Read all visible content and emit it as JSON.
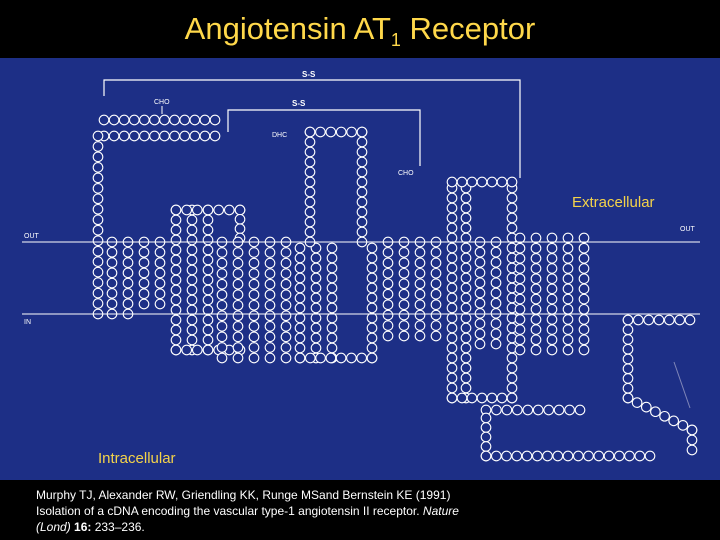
{
  "title": {
    "main": "Angiotensin AT",
    "sub": "1",
    "tail": " Receptor"
  },
  "labels": {
    "extracellular": "Extracellular",
    "intracellular": "Intracellular",
    "out_left": "OUT",
    "out_right": "OUT",
    "in_left": "IN",
    "ss_top": "S-S",
    "ss_mid": "S-S",
    "cho_top": "CHO",
    "cho_left": "DHC",
    "cho_right": "CHO"
  },
  "citation": {
    "line1": "Murphy TJ, Alexander RW, Griendling KK, Runge MSand Bernstein KE (1991)",
    "line2_pre": "Isolation of a cDNA encoding the vascular type-1 angiotensin II receptor. ",
    "line2_journal": "Nature",
    "line3_pre": "(Lond) ",
    "line3_vol": "16:",
    "line3_pages": " 233–236."
  },
  "colors": {
    "background": "#000000",
    "panel": "#1d2f86",
    "title": "#ffd84a",
    "label": "#f4d34a",
    "residue": "#ffffff"
  }
}
